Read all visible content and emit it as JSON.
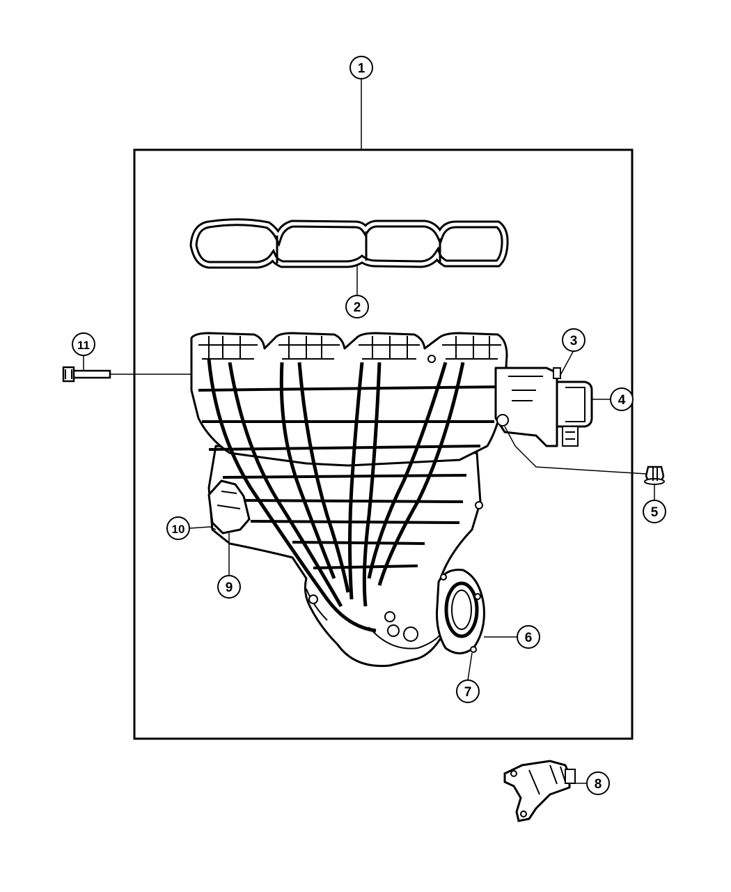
{
  "callouts": [
    {
      "id": "callout-1",
      "label": "1"
    },
    {
      "id": "callout-2",
      "label": "2"
    },
    {
      "id": "callout-3",
      "label": "3"
    },
    {
      "id": "callout-4",
      "label": "4"
    },
    {
      "id": "callout-5",
      "label": "5"
    },
    {
      "id": "callout-6",
      "label": "6"
    },
    {
      "id": "callout-7",
      "label": "7"
    },
    {
      "id": "callout-8",
      "label": "8"
    },
    {
      "id": "callout-9",
      "label": "9"
    },
    {
      "id": "callout-10",
      "label": "10"
    },
    {
      "id": "callout-11",
      "label": "11"
    }
  ],
  "colors": {
    "line": "#000000",
    "background": "#ffffff",
    "part_fill": "#ffffff"
  }
}
